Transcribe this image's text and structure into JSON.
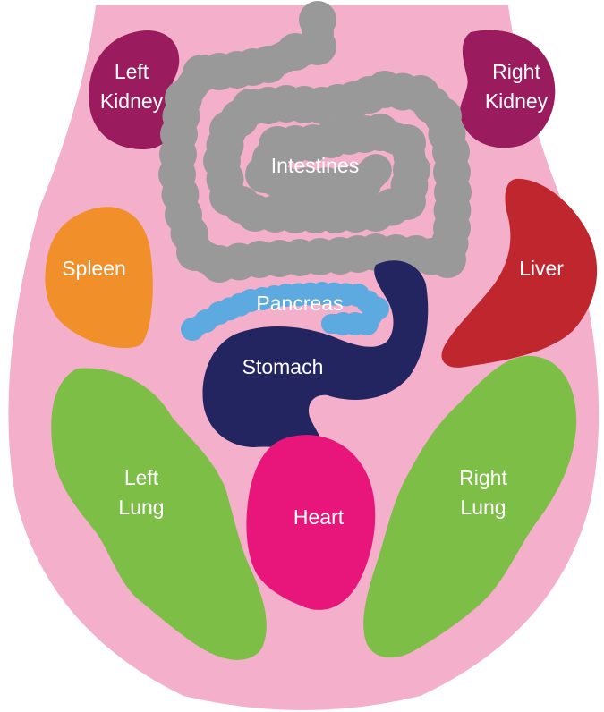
{
  "colors": {
    "body": "#F4AFCB",
    "kidney": "#9A1B5E",
    "intestines": "#999999",
    "spleen": "#F18F2A",
    "liver": "#C0262E",
    "pancreas": "#5DAAE0",
    "stomach": "#232561",
    "heart": "#E8157B",
    "lung": "#7DBE47",
    "label": "#FFFFFF"
  },
  "organs": {
    "left_kidney": {
      "line1": "Left",
      "line2": "Kidney"
    },
    "right_kidney": {
      "line1": "Right",
      "line2": "Kidney"
    },
    "intestines": "Intestines",
    "spleen": "Spleen",
    "liver": "Liver",
    "pancreas": "Pancreas",
    "stomach": "Stomach",
    "heart": "Heart",
    "left_lung": {
      "line1": "Left",
      "line2": "Lung"
    },
    "right_lung": {
      "line1": "Right",
      "line2": "Lung"
    }
  }
}
